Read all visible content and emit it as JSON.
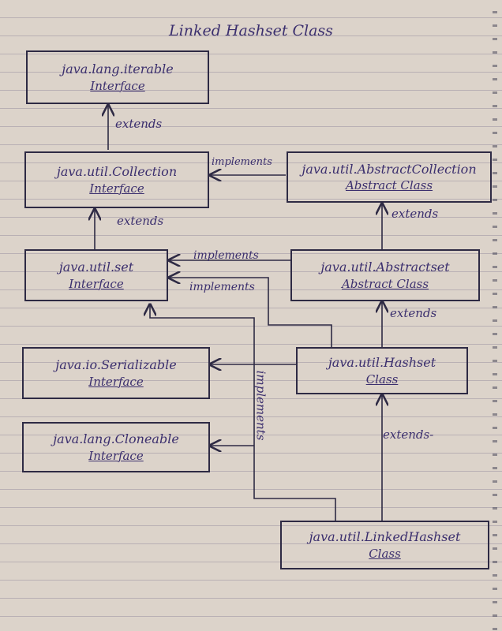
{
  "title": "Linked Hashset Class",
  "boxes": {
    "iterable": {
      "pkg": "java.lang.iterable",
      "kind": "Interface"
    },
    "collection": {
      "pkg": "java.util.Collection",
      "kind": "Interface"
    },
    "abstract_collection": {
      "pkg": "java.util.AbstractCollection",
      "kind": "Abstract Class"
    },
    "set": {
      "pkg": "java.util.set",
      "kind": "Interface"
    },
    "abstract_set": {
      "pkg": "java.util.Abstractset",
      "kind": "Abstract Class"
    },
    "serializable": {
      "pkg": "java.io.Serializable",
      "kind": "Interface"
    },
    "hashset": {
      "pkg": "java.util.Hashset",
      "kind": "Class"
    },
    "cloneable": {
      "pkg": "java.lang.Cloneable",
      "kind": "Interface"
    },
    "linked_hashset": {
      "pkg": "java.util.LinkedHashset",
      "kind": "Class"
    }
  },
  "labels": {
    "extends": "extends",
    "implements": "implements",
    "extends_dashed": "extends-"
  },
  "colors": {
    "ink": "#3b2f6e",
    "line": "#2e2a44",
    "paper": "#dcd3ca"
  }
}
